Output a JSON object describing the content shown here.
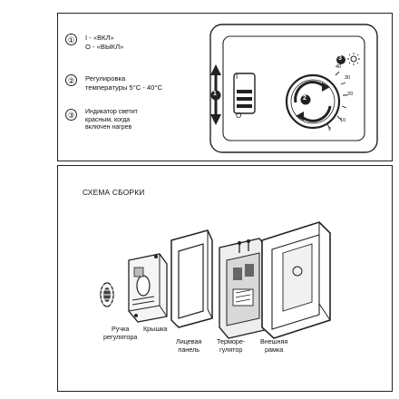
{
  "legend": [
    {
      "num": "①",
      "text": "I - «ВКЛ»\nO - «ВЫКЛ»"
    },
    {
      "num": "②",
      "text": "Регулировка\nтемпературы 5°C - 40°C"
    },
    {
      "num": "③",
      "text": "Индикатор светит\nкрасным, когда\nвключен нагрев"
    }
  ],
  "diagram": {
    "switch_top": "I",
    "switch_bottom": "O",
    "callout_1": "1",
    "callout_2": "2",
    "callout_3": "3",
    "scale": [
      "40",
      "30",
      "20",
      "10",
      "5"
    ]
  },
  "assembly": {
    "title": "СХЕМА СБОРКИ",
    "parts": [
      "Ручка\nрегулятора",
      "Крышка",
      "Лицевая\nпанель",
      "Терморе-\nгулятор",
      "Внешняя\nрамка"
    ]
  }
}
